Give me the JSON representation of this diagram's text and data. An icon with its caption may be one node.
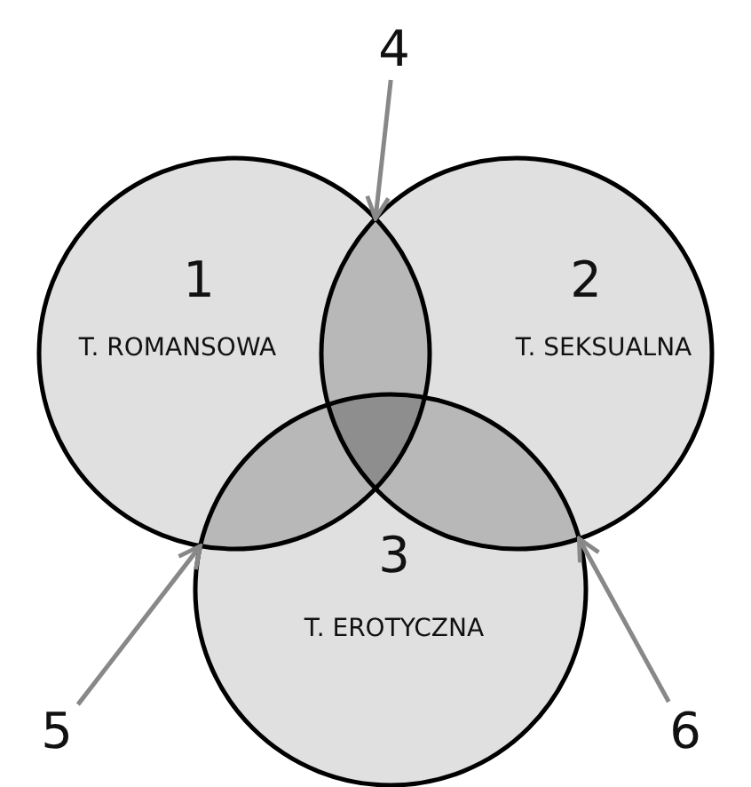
{
  "diagram": {
    "nodes": [
      {
        "text": [
          "1",
          "T. ROMANSOWA"
        ]
      },
      {
        "text": [
          "2",
          "T. SEKSUALNA"
        ]
      },
      {
        "text": [
          "3",
          "T. EROTYCZNA"
        ]
      },
      {
        "text": [
          "4"
        ]
      },
      {
        "text": [
          "5"
        ]
      },
      {
        "text": [
          "6"
        ]
      },
      {
        "text": [],
        "shape": "lens"
      },
      {
        "text": [],
        "shape": "lens"
      },
      {
        "text": [],
        "shape": "lens"
      }
    ],
    "edges": [
      {
        "from": 3,
        "to": 6,
        "arrow": "to"
      },
      {
        "from": 4,
        "to": 7,
        "arrow": "to"
      },
      {
        "from": 5,
        "to": 8,
        "arrow": "to"
      }
    ]
  }
}
